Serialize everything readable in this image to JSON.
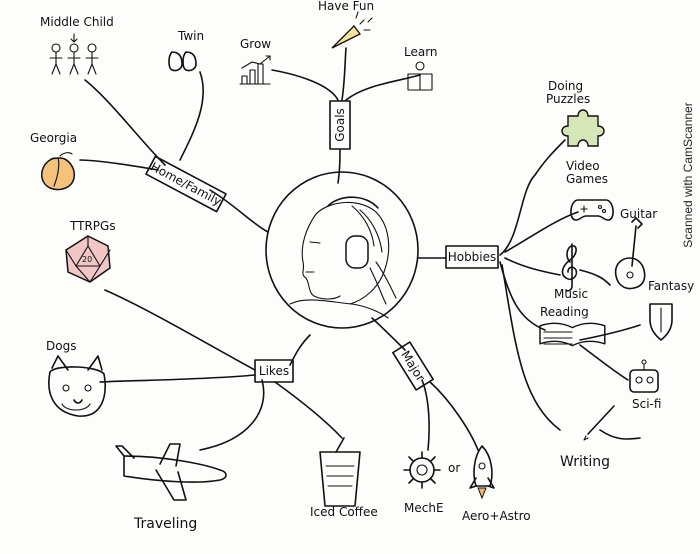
{
  "center": {
    "label": ""
  },
  "branches": {
    "home_family": "Home/Family",
    "goals": "Goals",
    "hobbies": "Hobbies",
    "likes": "Likes",
    "major": "Major"
  },
  "home_family_items": {
    "middle_child": "Middle Child",
    "twin": "Twin",
    "georgia": "Georgia"
  },
  "goals_items": {
    "grow": "Grow",
    "have_fun": "Have Fun",
    "learn": "Learn"
  },
  "hobbies_items": {
    "doing_puzzles_1": "Doing",
    "doing_puzzles_2": "Puzzles",
    "video_games_1": "Video",
    "video_games_2": "Games",
    "guitar": "Guitar",
    "music": "Music",
    "fantasy": "Fantasy",
    "reading": "Reading",
    "scifi": "Sci-fi",
    "writing": "Writing"
  },
  "likes_items": {
    "ttrpgs": "TTRPGs",
    "dogs": "Dogs",
    "traveling": "Traveling",
    "iced_coffee": "Iced Coffee"
  },
  "major_items": {
    "meche": "MechE",
    "or": "or",
    "aeroastro": "Aero+Astro"
  },
  "watermark": "Scanned with CamScanner",
  "colors": {
    "ink": "#111111",
    "puzzle": "#d6e6b8",
    "peach": "#f4c27a",
    "d20": "#f2c6c6",
    "paper": "#fdfdfb"
  }
}
